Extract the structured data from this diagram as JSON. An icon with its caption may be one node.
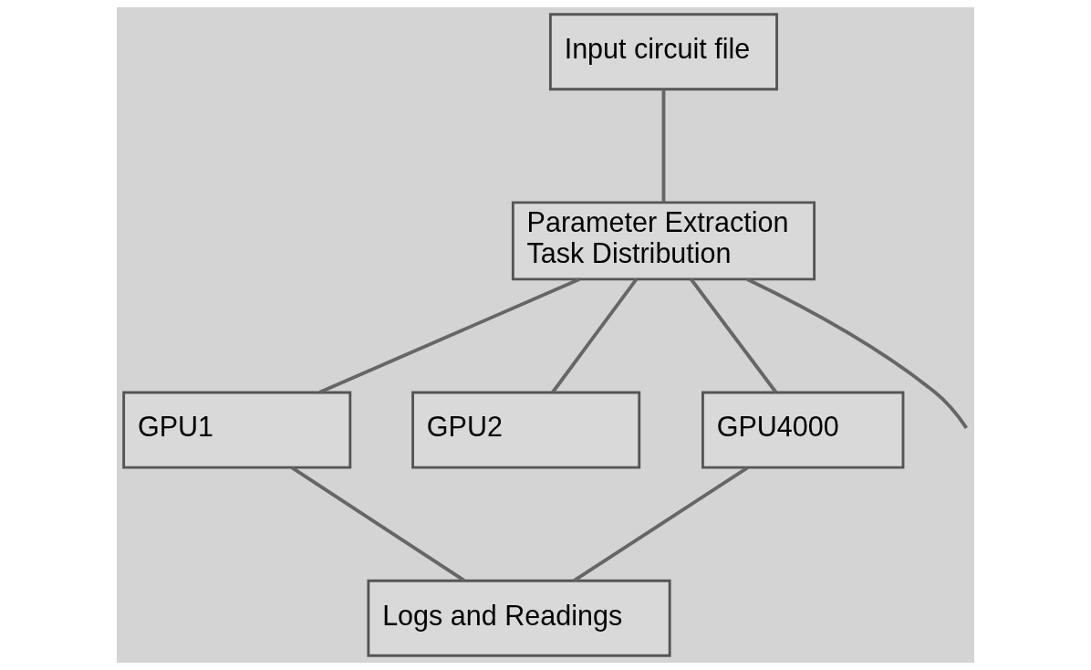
{
  "diagram": {
    "nodes": [
      {
        "text": [
          "Input circuit file"
        ]
      },
      {
        "text": [
          "Parameter Extraction Task Distribution"
        ]
      },
      {
        "text": [
          "GPU1"
        ]
      },
      {
        "text": [
          "GPU2"
        ]
      },
      {
        "text": [
          "GPU4000"
        ]
      },
      {
        "text": [
          "Logs and Readings"
        ]
      }
    ],
    "edges": [
      {
        "from": 0,
        "to": 1,
        "arrow": "none"
      },
      {
        "from": 1,
        "to": 2,
        "arrow": "none"
      },
      {
        "from": 1,
        "to": 3,
        "arrow": "none"
      },
      {
        "from": 1,
        "to": null,
        "arrow": "none"
      },
      {
        "from": 1,
        "to": 4,
        "arrow": "none"
      },
      {
        "from": 2,
        "to": 5,
        "arrow": "none"
      },
      {
        "from": 4,
        "to": 5,
        "arrow": "none"
      }
    ]
  }
}
